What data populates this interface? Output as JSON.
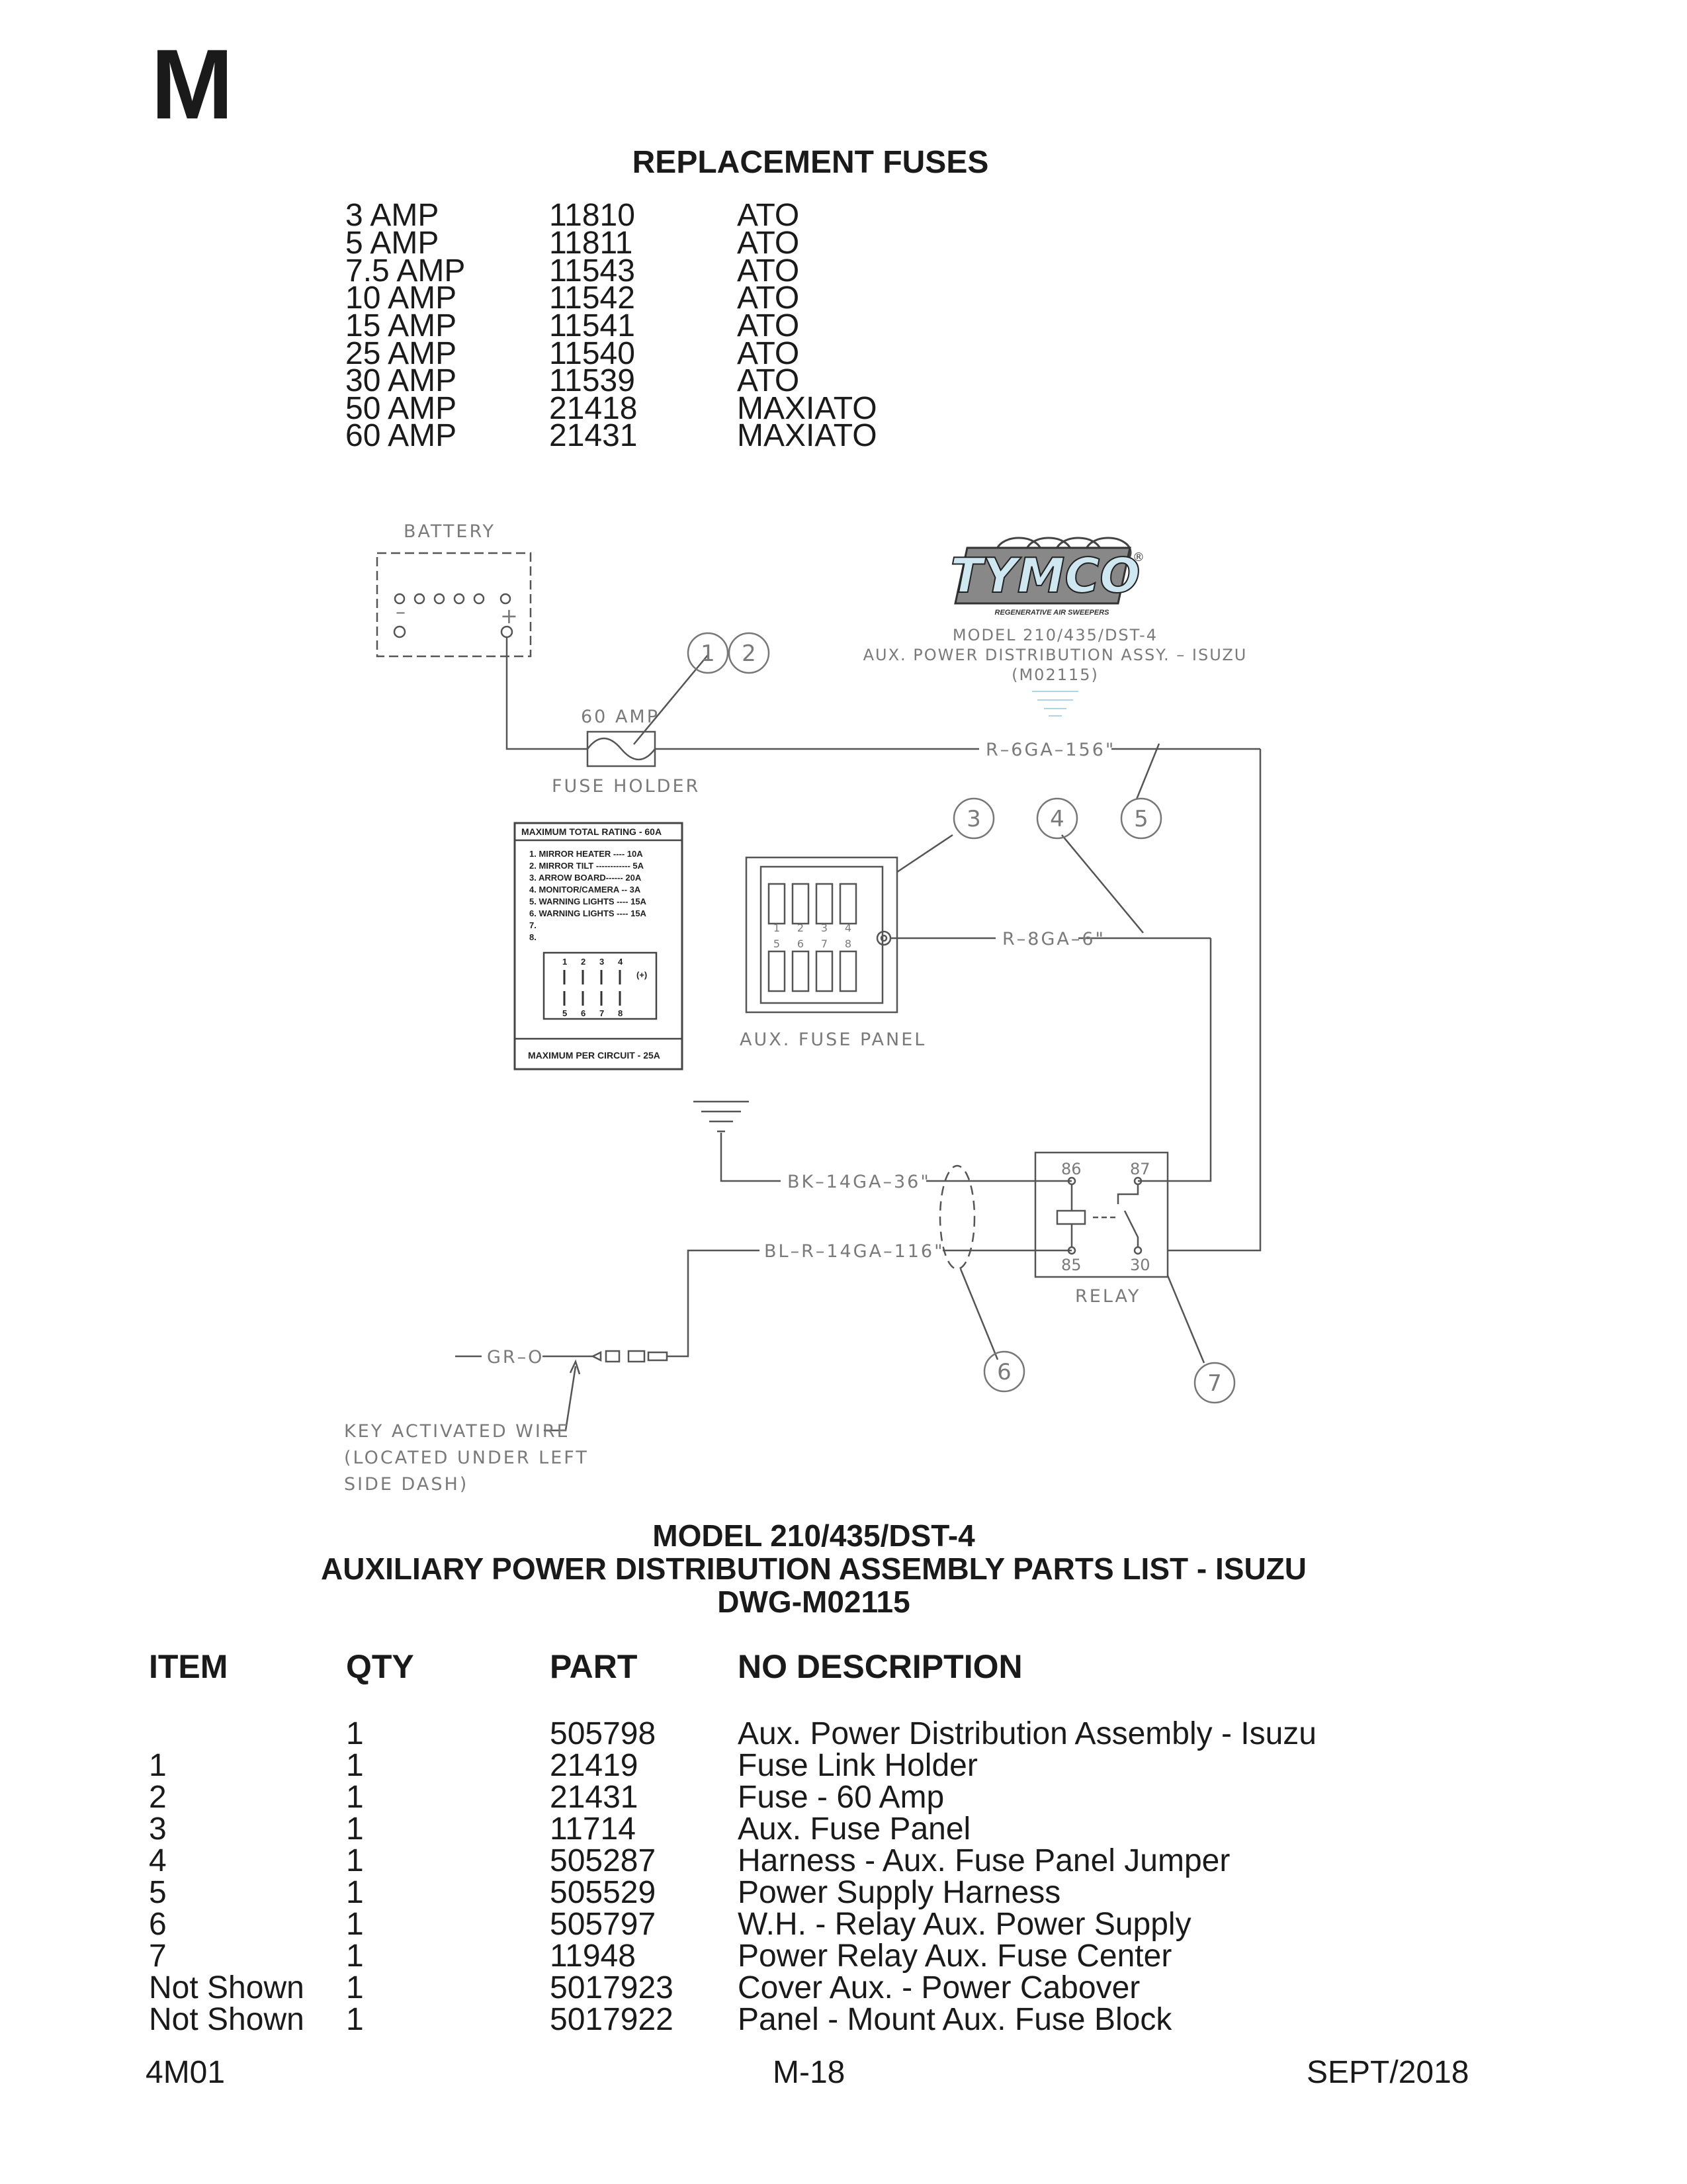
{
  "section_letter": "M",
  "replacement_fuses": {
    "title": "REPLACEMENT FUSES",
    "rows": [
      {
        "amp": "3 AMP",
        "part": "11810",
        "type": "ATO"
      },
      {
        "amp": "5 AMP",
        "part": "11811",
        "type": "ATO"
      },
      {
        "amp": "7.5 AMP",
        "part": "11543",
        "type": "ATO"
      },
      {
        "amp": "10 AMP",
        "part": "11542",
        "type": "ATO"
      },
      {
        "amp": "15 AMP",
        "part": "11541",
        "type": "ATO"
      },
      {
        "amp": "25 AMP",
        "part": "11540",
        "type": "ATO"
      },
      {
        "amp": "30 AMP",
        "part": "11539",
        "type": "ATO"
      },
      {
        "amp": "50 AMP",
        "part": "21418",
        "type": "MAXIATO"
      },
      {
        "amp": "60 AMP",
        "part": "21431",
        "type": "MAXIATO"
      }
    ]
  },
  "diagram": {
    "battery_label": "BATTERY",
    "battery_minus": "–",
    "battery_plus": "+",
    "fuse_rating": "60 AMP",
    "fuse_holder_label": "FUSE HOLDER",
    "wire_red_6ga": "R–6GA–156\"",
    "wire_red_8ga": "R–8GA–6\"",
    "wire_black": "BK–14GA–36\"",
    "wire_blue_red": "BL–R–14GA–116\"",
    "wire_green": "GR–O",
    "aux_fuse_panel_label": "AUX. FUSE PANEL",
    "relay_label": "RELAY",
    "relay_pins": {
      "p86": "86",
      "p87": "87",
      "p85": "85",
      "p30": "30"
    },
    "callouts": [
      "1",
      "2",
      "3",
      "4",
      "5",
      "6",
      "7"
    ],
    "key_wire_note": [
      "KEY ACTIVATED WIRE",
      "(LOCATED UNDER LEFT",
      "SIDE DASH)"
    ],
    "logo": {
      "brand": "TYMCO",
      "registered": "®",
      "tagline": "REGENERATIVE AIR SWEEPERS"
    },
    "title_block": [
      "MODEL 210/435/DST-4",
      "AUX. POWER DISTRIBUTION ASSY. – ISUZU",
      "(M02115)"
    ],
    "decal": {
      "top": "MAXIMUM TOTAL RATING - 60A",
      "circuits": [
        "1. MIRROR HEATER ---- 10A",
        "2. MIRROR TILT ------------ 5A",
        "3. ARROW BOARD------ 20A",
        "4. MONITOR/CAMERA -- 3A",
        "5. WARNING LIGHTS ---- 15A",
        "6. WARNING LIGHTS ---- 15A",
        "7.",
        "8."
      ],
      "top_numbers": [
        "1",
        "2",
        "3",
        "4"
      ],
      "bottom_numbers": [
        "5",
        "6",
        "7",
        "8"
      ],
      "positive": "(+)",
      "bottom": "MAXIMUM PER CIRCUIT - 25A"
    },
    "panel_top_numbers": [
      "1",
      "2",
      "3",
      "4"
    ],
    "panel_bottom_numbers": [
      "5",
      "6",
      "7",
      "8"
    ]
  },
  "parts_list": {
    "title_lines": [
      "MODEL 210/435/DST-4",
      "AUXILIARY POWER DISTRIBUTION ASSEMBLY PARTS LIST - ISUZU",
      "DWG-M02115"
    ],
    "headers": {
      "item": "ITEM",
      "qty": "QTY",
      "part": "PART",
      "desc": "NO DESCRIPTION"
    },
    "rows": [
      {
        "item": "",
        "qty": "1",
        "part": "505798",
        "desc": "Aux. Power Distribution Assembly - Isuzu"
      },
      {
        "item": "1",
        "qty": "1",
        "part": "21419",
        "desc": "Fuse Link Holder"
      },
      {
        "item": "2",
        "qty": "1",
        "part": "21431",
        "desc": "Fuse - 60 Amp"
      },
      {
        "item": "3",
        "qty": "1",
        "part": "11714",
        "desc": "Aux. Fuse Panel"
      },
      {
        "item": "4",
        "qty": "1",
        "part": "505287",
        "desc": "Harness - Aux. Fuse Panel Jumper"
      },
      {
        "item": "5",
        "qty": "1",
        "part": "505529",
        "desc": "Power Supply Harness"
      },
      {
        "item": "6",
        "qty": "1",
        "part": "505797",
        "desc": "W.H. - Relay Aux. Power Supply"
      },
      {
        "item": "7",
        "qty": "1",
        "part": "11948",
        "desc": "Power Relay Aux. Fuse Center"
      },
      {
        "item": "Not Shown",
        "qty": "1",
        "part": "5017923",
        "desc": "Cover Aux. - Power Cabover"
      },
      {
        "item": "Not Shown",
        "qty": "1",
        "part": "5017922",
        "desc": "Panel - Mount Aux. Fuse Block"
      }
    ]
  },
  "footer": {
    "left": "4M01",
    "center": "M-18",
    "right": "SEPT/2018"
  }
}
